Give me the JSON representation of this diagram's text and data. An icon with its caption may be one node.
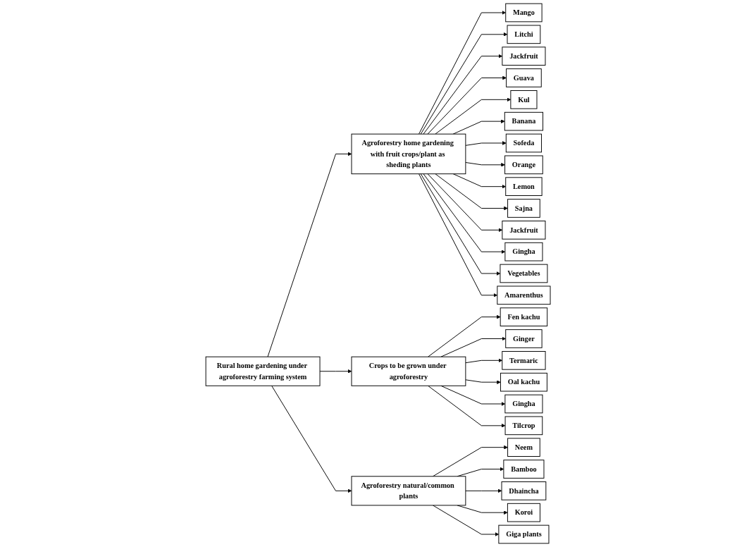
{
  "diagram": {
    "nodes": [
      {
        "text": [
          "Rural home gardening under agroforestry farming system"
        ]
      },
      {
        "text": [
          "Agroforestry home gardening with fruit crops/plant as sheding plants"
        ]
      },
      {
        "text": [
          "Crops to be grown under agroforestry"
        ]
      },
      {
        "text": [
          "Agroforestry natural/common plants"
        ]
      },
      {
        "text": [
          "Mango"
        ]
      },
      {
        "text": [
          "Litchi"
        ]
      },
      {
        "text": [
          "Jackfruit"
        ]
      },
      {
        "text": [
          "Guava"
        ]
      },
      {
        "text": [
          "Kul"
        ]
      },
      {
        "text": [
          "Banana"
        ]
      },
      {
        "text": [
          "Sofeda"
        ]
      },
      {
        "text": [
          "Orange"
        ]
      },
      {
        "text": [
          "Lemon"
        ]
      },
      {
        "text": [
          "Sajna"
        ]
      },
      {
        "text": [
          "Jackfruit"
        ]
      },
      {
        "text": [
          "Gingha"
        ]
      },
      {
        "text": [
          "Vegetables"
        ]
      },
      {
        "text": [
          "Amarenthus"
        ]
      },
      {
        "text": [
          "Fen kachu"
        ]
      },
      {
        "text": [
          "Ginger"
        ]
      },
      {
        "text": [
          "Termaric"
        ]
      },
      {
        "text": [
          "Oal kachu"
        ]
      },
      {
        "text": [
          "Gingha"
        ]
      },
      {
        "text": [
          "Tilcrop"
        ]
      },
      {
        "text": [
          "Neem"
        ]
      },
      {
        "text": [
          "Bamboo"
        ]
      },
      {
        "text": [
          "Dhaincha"
        ]
      },
      {
        "text": [
          "Koroi"
        ]
      },
      {
        "text": [
          "Giga plants"
        ]
      }
    ],
    "edges": [
      {
        "from": 0,
        "to": 1,
        "arrow": "to"
      },
      {
        "from": 0,
        "to": 2,
        "arrow": "to"
      },
      {
        "from": 0,
        "to": 3,
        "arrow": "to"
      },
      {
        "from": 1,
        "to": 4,
        "arrow": "to"
      },
      {
        "from": 1,
        "to": 5,
        "arrow": "to"
      },
      {
        "from": 1,
        "to": 6,
        "arrow": "to"
      },
      {
        "from": 1,
        "to": 7,
        "arrow": "to"
      },
      {
        "from": 1,
        "to": 8,
        "arrow": "to"
      },
      {
        "from": 1,
        "to": 9,
        "arrow": "to"
      },
      {
        "from": 1,
        "to": 10,
        "arrow": "to"
      },
      {
        "from": 1,
        "to": 11,
        "arrow": "to"
      },
      {
        "from": 1,
        "to": 12,
        "arrow": "to"
      },
      {
        "from": 1,
        "to": 13,
        "arrow": "to"
      },
      {
        "from": 1,
        "to": 14,
        "arrow": "to"
      },
      {
        "from": 1,
        "to": 15,
        "arrow": "to"
      },
      {
        "from": 1,
        "to": 16,
        "arrow": "to"
      },
      {
        "from": 1,
        "to": 17,
        "arrow": "to"
      },
      {
        "from": 2,
        "to": 18,
        "arrow": "to"
      },
      {
        "from": 2,
        "to": 19,
        "arrow": "to"
      },
      {
        "from": 2,
        "to": 20,
        "arrow": "to"
      },
      {
        "from": 2,
        "to": 21,
        "arrow": "to"
      },
      {
        "from": 2,
        "to": 22,
        "arrow": "to"
      },
      {
        "from": 2,
        "to": 23,
        "arrow": "to"
      },
      {
        "from": 3,
        "to": 24,
        "arrow": "to"
      },
      {
        "from": 3,
        "to": 25,
        "arrow": "to"
      },
      {
        "from": 3,
        "to": 26,
        "arrow": "to"
      },
      {
        "from": 3,
        "to": 27,
        "arrow": "to"
      },
      {
        "from": 3,
        "to": 28,
        "arrow": "to"
      }
    ]
  }
}
